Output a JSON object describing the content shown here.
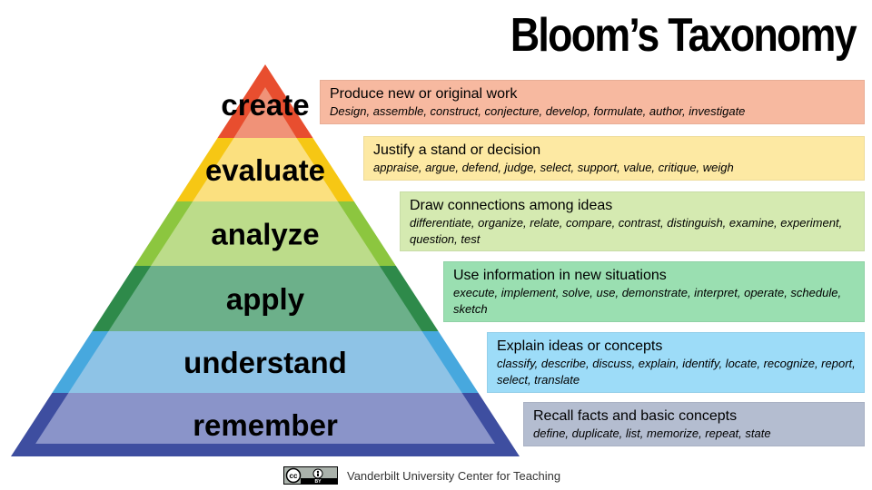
{
  "title": "Bloom’s Taxonomy",
  "levels": [
    {
      "label": "create",
      "heading": "Produce new or original work",
      "verbs": "Design, assemble, construct, conjecture, develop, formulate, author, investigate",
      "box_color": "#f7b9a0",
      "band_color": "#f09278",
      "edge_color": "#e84e2f"
    },
    {
      "label": "evaluate",
      "heading": "Justify a stand or decision",
      "verbs": "appraise, argue, defend, judge, select, support, value, critique, weigh",
      "box_color": "#fde9a3",
      "band_color": "#fbe07f",
      "edge_color": "#f6c714"
    },
    {
      "label": "analyze",
      "heading": "Draw connections among ideas",
      "verbs": "differentiate, organize, relate, compare, contrast, distinguish, examine, experiment, question, test",
      "box_color": "#d5eab1",
      "band_color": "#bcdc8a",
      "edge_color": "#8cc63f"
    },
    {
      "label": "apply",
      "heading": "Use information in new situations",
      "verbs": "execute, implement, solve, use, demonstrate, interpret, operate, schedule, sketch",
      "box_color": "#9adfb1",
      "band_color": "#6cb08a",
      "edge_color": "#2e8a4a"
    },
    {
      "label": "understand",
      "heading": "Explain ideas or concepts",
      "verbs": "classify, describe, discuss, explain, identify, locate, recognize, report, select, translate",
      "box_color": "#9ddcf8",
      "band_color": "#8ec3e6",
      "edge_color": "#47a8de"
    },
    {
      "label": "remember",
      "heading": "Recall facts and basic concepts",
      "verbs": "define, duplicate, list, memorize, repeat, state",
      "box_color": "#b4bdd0",
      "band_color": "#8a94c9",
      "edge_color": "#3e4ea0"
    }
  ],
  "footer": {
    "text": "Vanderbilt University Center for Teaching",
    "badge_icon": "cc-by-icon",
    "badge_label": "BY"
  }
}
